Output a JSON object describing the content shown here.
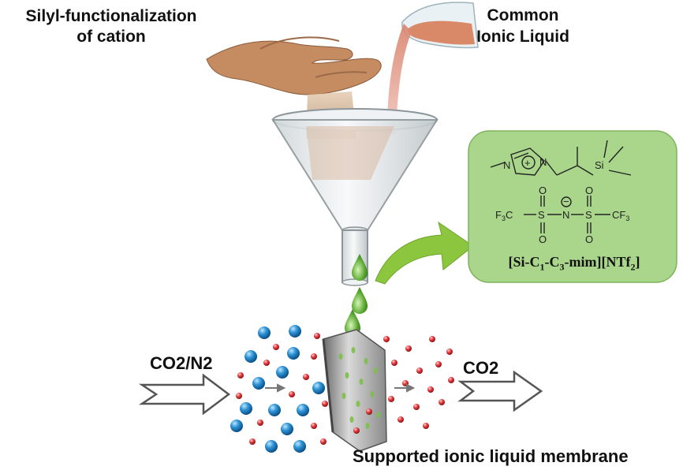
{
  "labels": {
    "silyl_line1": "Silyl-functionalization",
    "silyl_line2": "of cation",
    "ionic_line1": "Common",
    "ionic_line2": "Ionic Liquid",
    "feed": "CO2/N2",
    "product": "CO2",
    "membrane": "Supported ionic liquid membrane"
  },
  "structure": {
    "formula_parts": {
      "a": "[Si-C",
      "sub1": "1",
      "b": "-C",
      "sub2": "3",
      "c": "-mim][NTf",
      "sub3": "2",
      "d": "]"
    },
    "atoms": {
      "si": "Si",
      "n": "N",
      "n_plus": "+",
      "s": "S",
      "o": "O",
      "c": "C",
      "f3": "F",
      "sub3": "3",
      "minus": "−"
    }
  },
  "colors": {
    "structure_bg": "#a9d68a",
    "arrow_green": "#8cc63f",
    "n2_blue": "#1e7fc0",
    "co2_red": "#e0393b",
    "drop_green": "#5aa832"
  }
}
